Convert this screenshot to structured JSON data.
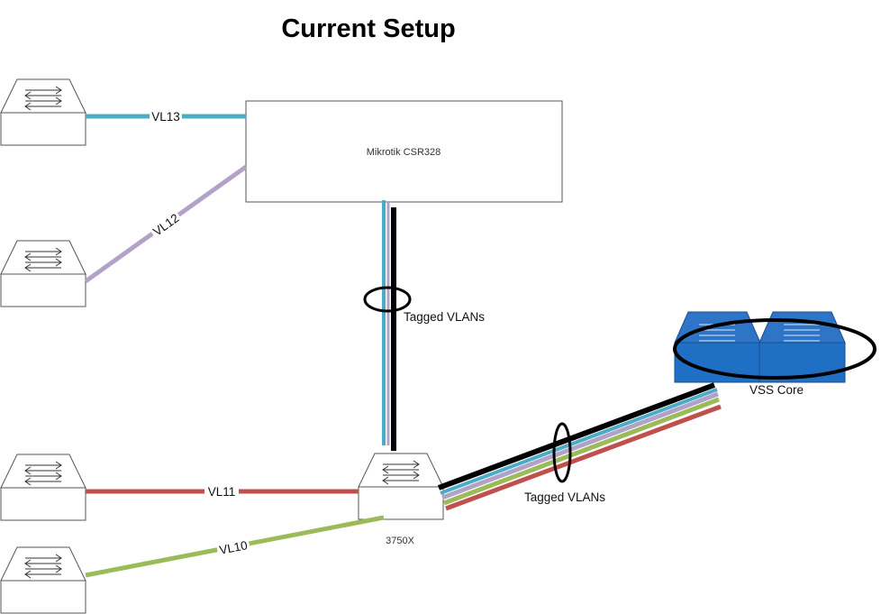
{
  "title": "Current Setup",
  "router": {
    "label": "Mikrotik CSR328"
  },
  "distribution_switch": {
    "label": "3750X"
  },
  "core": {
    "label": "VSS Core"
  },
  "links": {
    "vl13": "VL13",
    "vl12": "VL12",
    "vl11": "VL11",
    "vl10": "VL10",
    "trunk_router": "Tagged VLANs",
    "trunk_core": "Tagged VLANs"
  },
  "colors": {
    "vl13": "#4bacc6",
    "vl12": "#b3a2c7",
    "vl11": "#c0504d",
    "vl10": "#9bbb59",
    "tagged": "#000000",
    "core_fill": "#1f6fc5"
  },
  "icons": [
    "switch-icon"
  ]
}
